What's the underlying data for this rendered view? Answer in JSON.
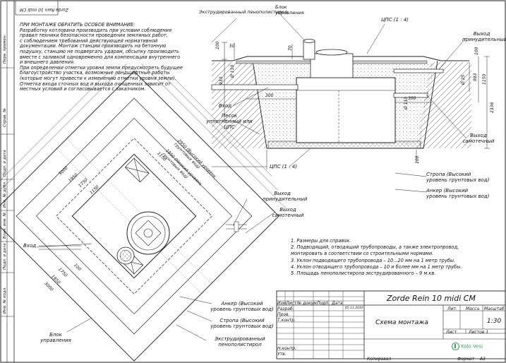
{
  "frame_side": {
    "top_label": "Zorde Rein 10 midi CM",
    "cells": [
      "Перв. примен.",
      "Справ. №",
      "Подп. и дата",
      "Инв. № дубл.",
      "Взам. инв. №",
      "Подп. и дата",
      "Инв. № подл."
    ]
  },
  "notes_top": {
    "title": "ПРИ МОНТАЖЕ ОБРАТИТЬ ОСОБОЕ ВНИМАНИЕ:",
    "lines": [
      "Разработку котлована производить при условии соблюдения",
      "правил техники безопасности проведения земляных работ,",
      "с соблюдением требований действующей нормативной",
      "документации. Монтаж станции производить на бетонную",
      "подушку, станцию не подвергать ударам, обсыпку производить",
      "вместе с заливкой одновременно для компенсации внутреннего",
      "и внешнего давления.",
      "При определении отметки уровня земли предусмотреть будущее",
      "благоустройство участка, возможные ландшафтные работы",
      "(которые могут привести к изменению отметки уровня земли).",
      "Отметка входа сточных вод и выхода очищенных зависит от",
      "местных условий и согласовывается с заказчиком."
    ]
  },
  "section": {
    "label_eps": "Экструдированный пенополистирол",
    "label_block": "Блок управления",
    "label_cps_top": "ЦПС (1 : 4)",
    "label_cps_bottom": "ЦПС (1 : 4)",
    "label_outlet_forced": "Выход принудительный",
    "label_outlet_gravity": "Выход самотечный",
    "label_inlet": "Вход",
    "label_sand": "Песок уплотненный или ЦПС",
    "dims": [
      "100",
      "50",
      "70",
      "933",
      "Ø 110",
      "300",
      "100",
      "983",
      "1150",
      "Ø 25",
      "2336",
      "Ø 110",
      "300",
      "100"
    ]
  },
  "plan": {
    "dims": [
      "3000",
      "1950",
      "1750",
      "2950 (Высокий уровень грунтовых вод)",
      "1950 (Низкий уровень грунтовых вод)",
      "1150",
      "1150",
      "1750",
      "1950",
      "3000",
      "100"
    ],
    "label_inlet": "Вход",
    "label_outlet_forced": "Выход принудительный",
    "label_outlet_gravity": "Выход самотечный",
    "label_sling": "Стропа (Высокий уровень грунтовых вод)",
    "label_anchor": "Анкер (Высокий уровень грунтовых вод)",
    "label_sling2": "Стропа (Высокий уровень грунтовых вод)",
    "label_anchor2": "Анкер (Высокий уровень грунтовых вод)",
    "label_eps": "Экструдированный пенополистирол",
    "label_block": "Блок управления"
  },
  "notes_right": [
    "1. Размеры для справок.",
    "2. Подводящий, отводящий трубопроводы, а также электропровод,",
    "монтировать в соответствии со строительными нормами.",
    "3. Уклон подводящего трубопровода – 10...20 мм на 1 метр трубы.",
    "4. Уклон отводящего трубопровода – 10 и более мм на 1 метр трубы.",
    "5. Площадь пенополистирола экструдированного – 9 м.кв."
  ],
  "title_block": {
    "product": "Zorde Rein 10 midi CM",
    "drawing": "Схема монтажа",
    "cols": [
      "Изм.",
      "Лист",
      "№ докум.",
      "Подп.",
      "Дата"
    ],
    "rows": [
      "Разраб.",
      "Пров.",
      "Т.контр.",
      "Н.контр.",
      "Утв."
    ],
    "date": "05.11.2016",
    "lit": "Лит.",
    "mass": "Масса",
    "scale_label": "Масштаб",
    "scale": "1:30",
    "sheet": "Лист",
    "sheets": "Листов  1",
    "logo": "Kolo Vesi",
    "copied": "Копировал",
    "format": "Формат",
    "format_val": "А3"
  }
}
